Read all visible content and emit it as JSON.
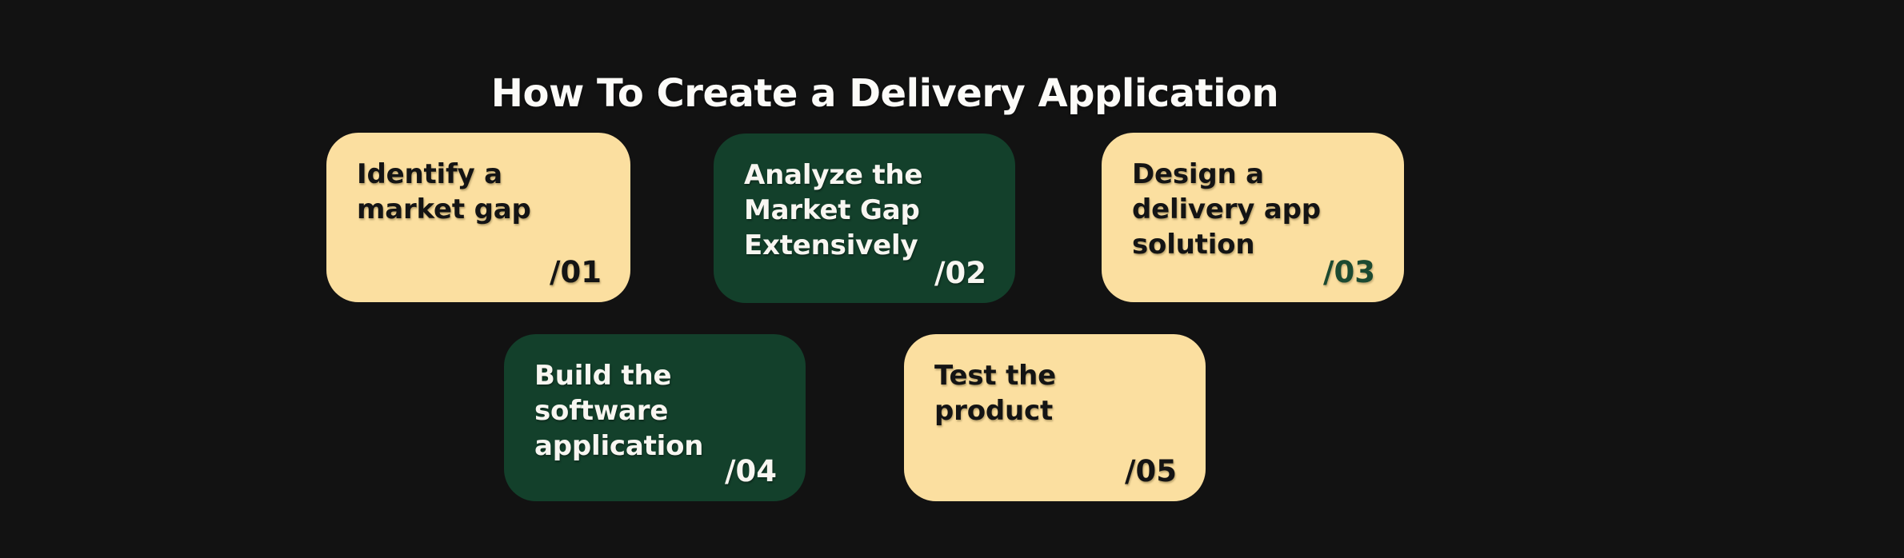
{
  "title": "How To Create a Delivery Application",
  "colors": {
    "background": "#121212",
    "title_text": "#FCFBF8",
    "card_cream": "#FBDFA0",
    "card_green": "#13402B",
    "text_dark": "#141414",
    "text_light": "#F8F6F1",
    "number_green": "#1C4A31"
  },
  "steps": [
    {
      "label": "Identify a\nmarket gap",
      "number": "/01",
      "theme": "cream",
      "number_style": "dark"
    },
    {
      "label": "Analyze the\nMarket Gap\nExtensively",
      "number": "/02",
      "theme": "green",
      "number_style": "light"
    },
    {
      "label": "Design a\ndelivery app\nsolution",
      "number": "/03",
      "theme": "cream",
      "number_style": "green"
    },
    {
      "label": "Build the\nsoftware\napplication",
      "number": "/04",
      "theme": "green",
      "number_style": "light"
    },
    {
      "label": "Test the\nproduct",
      "number": "/05",
      "theme": "cream",
      "number_style": "dark"
    }
  ]
}
